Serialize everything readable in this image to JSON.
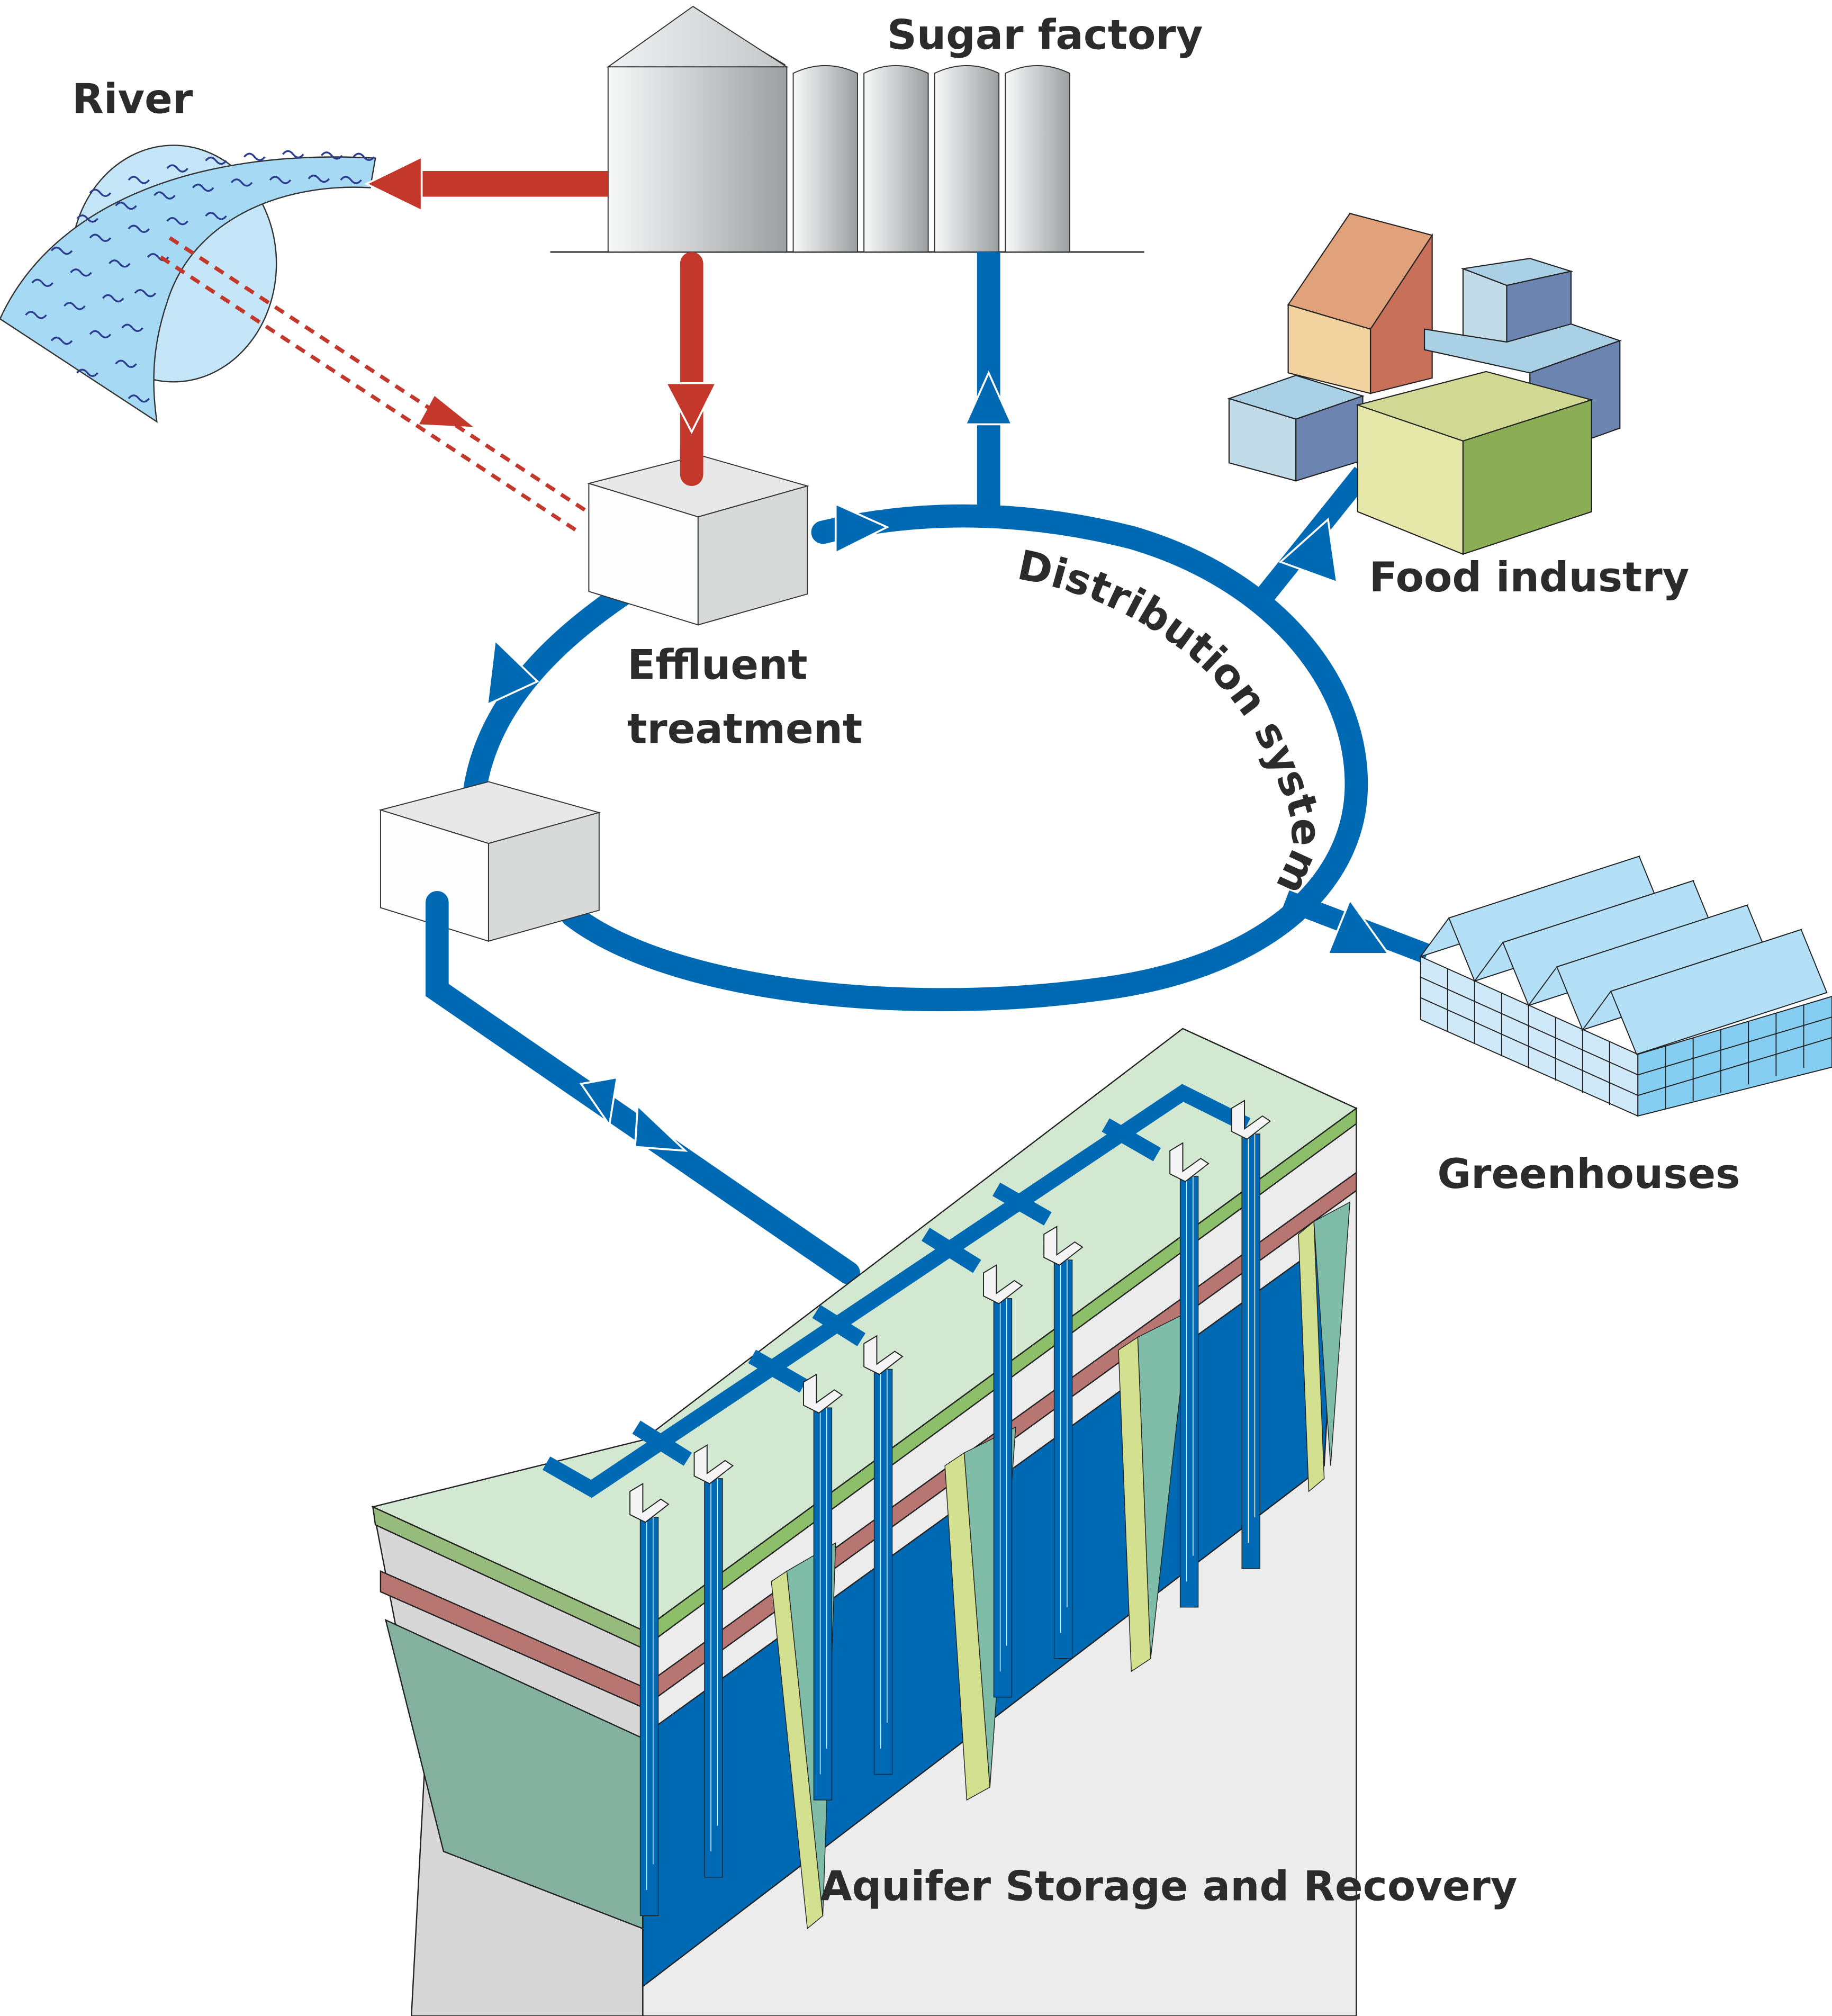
{
  "labels": {
    "river": "River",
    "sugar_factory": "Sugar factory",
    "food_industry": "Food industry",
    "effluent_treatment_line1": "Effluent",
    "effluent_treatment_line2": "treatment",
    "distribution_system": "Distribution system",
    "greenhouses": "Greenhouses",
    "aquifer": "Aquifer Storage and Recovery"
  },
  "colors": {
    "clean_water": "#0069b4",
    "effluent": "#c4372b",
    "river_water": "#a6d9f4",
    "river_bank": "#c5e6f8",
    "ground_top": "#d3e8d0",
    "ground_grass": "#8dbf6a",
    "clay_layer": "#b87672",
    "aquitard": "#ececec",
    "aquifer_green": "#80bda9",
    "sand_lens": "#d3e08f",
    "greenhouse_glass": "#cfe9f8",
    "greenhouse_side": "#86cdf2"
  },
  "flows": [
    {
      "from": "Sugar factory",
      "to": "River",
      "type": "effluent"
    },
    {
      "from": "Sugar factory",
      "to": "Effluent treatment",
      "type": "effluent"
    },
    {
      "from": "River",
      "to": "Effluent treatment",
      "type": "effluent-optional"
    },
    {
      "from": "Effluent treatment",
      "to": "Distribution system",
      "type": "clean"
    },
    {
      "from": "Distribution system",
      "to": "Sugar factory",
      "type": "clean"
    },
    {
      "from": "Distribution system",
      "to": "Food industry",
      "type": "clean"
    },
    {
      "from": "Distribution system",
      "to": "Greenhouses",
      "type": "clean"
    },
    {
      "from": "Effluent treatment",
      "to": "Storage",
      "type": "clean"
    },
    {
      "from": "Storage",
      "to": "Aquifer Storage and Recovery",
      "type": "clean-bidirectional"
    }
  ]
}
